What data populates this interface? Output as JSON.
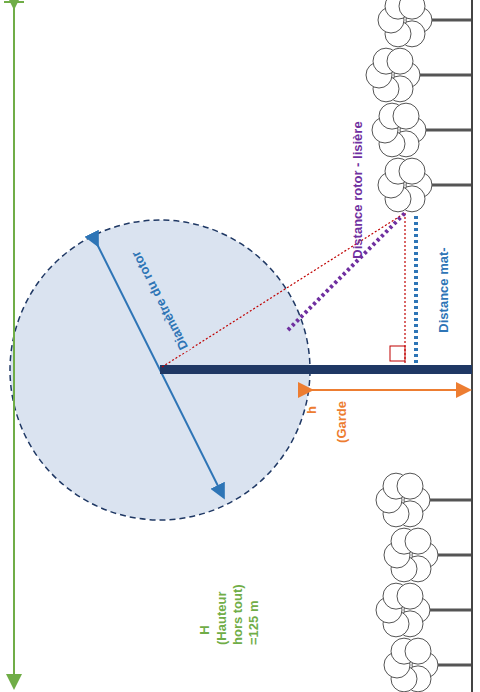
{
  "diagram": {
    "nodes": [
      {
        "text": [
          "Diamètre du rotor"
        ]
      }
    ],
    "labels": [
      "H",
      "(Hauteur hors tout) =125 m",
      "h",
      "(Garde",
      "Distance mat-",
      "Distance rotor - lisière"
    ]
  }
}
